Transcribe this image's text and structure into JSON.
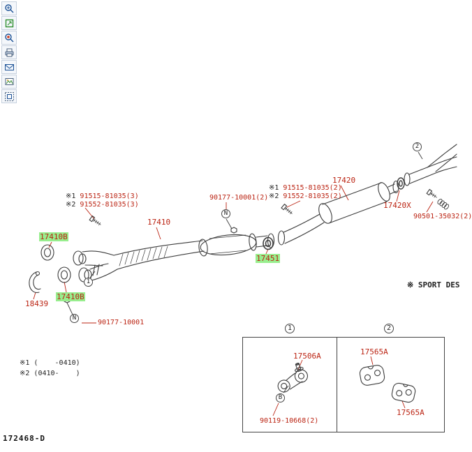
{
  "toolbar": {
    "buttons": [
      {
        "name": "zoom-in"
      },
      {
        "name": "fit-selection"
      },
      {
        "name": "zoom-dynamic"
      },
      {
        "name": "print"
      },
      {
        "name": "send-email"
      },
      {
        "name": "export-image"
      },
      {
        "name": "fit-window"
      }
    ]
  },
  "colors": {
    "label_red": "#bb2413",
    "highlight_green": "#98ee8e",
    "line_color": "#3c3c3c"
  },
  "diagram": {
    "drawing_number": "172468-D",
    "sport_note": "※ SPORT DES",
    "footnote_1": "※1 (    -0410)",
    "footnote_2": "※2 (0410-    )",
    "callouts": {
      "bolt_left_1": {
        "prefix": "※1 ",
        "text": "91515-81035(3)"
      },
      "bolt_left_2": {
        "prefix": "※2 ",
        "text": "91552-81035(3)"
      },
      "nut_top": {
        "text": "90177-10001(2)"
      },
      "bolt_right_1": {
        "prefix": "※1 ",
        "text": "91515-81035(2)"
      },
      "bolt_right_2": {
        "prefix": "※2 ",
        "text": "91552-81035(2)"
      },
      "center_pipe": {
        "text": "17420"
      },
      "gasket_rear": {
        "text": "17420X"
      },
      "bolt_rear": {
        "text": "90501-35032(2)"
      },
      "front_pipe": {
        "text": "17410"
      },
      "ring_upper": {
        "text": "17410B",
        "highlighted": true
      },
      "gasket_center": {
        "text": "17451",
        "highlighted": true
      },
      "ring_lower": {
        "text": "17410B",
        "highlighted": true
      },
      "bracket": {
        "text": "18439"
      },
      "nut_bottom": {
        "text": "90177-10001"
      }
    },
    "markers": {
      "n_top": "N",
      "n_bottom": "N",
      "ref_1": "1",
      "ref_2": "2"
    }
  },
  "inset": {
    "col1_header": "1",
    "col2_header": "2",
    "bracket_part": "17506A",
    "bracket_marker": "B",
    "bracket_bolt": "90119-10668(2)",
    "hanger_top": "17565A",
    "hanger_bottom": "17565A"
  }
}
